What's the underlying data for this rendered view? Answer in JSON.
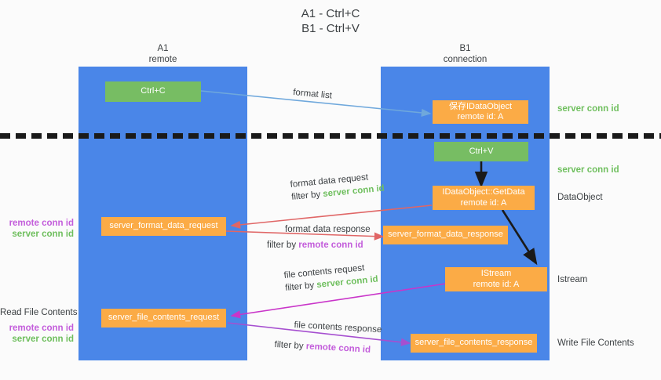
{
  "title": {
    "line1": "A1 - Ctrl+C",
    "line2": "B1 - Ctrl+V"
  },
  "lanes": [
    {
      "name": "A1",
      "sub": "remote",
      "color": "#4a86e8"
    },
    {
      "name": "B1",
      "sub": "connection",
      "color": "#4a86e8"
    }
  ],
  "colors": {
    "lane": "#4a86e8",
    "green_box": "#77bd63",
    "orange_box": "#fbab46",
    "server_conn_id": "#6fbf5e",
    "remote_conn_id": "#c35ddb",
    "arrow_blue": "#6fa8dc",
    "arrow_red": "#e06666",
    "arrow_magenta": "#c935c9",
    "arrow_purple": "#a64fd0",
    "arrow_black": "#1a1a1a",
    "divider": "#1a1a1a"
  },
  "boxes": {
    "ctrl_c": {
      "line1": "Ctrl+C",
      "line2": ""
    },
    "save_idataobject": {
      "line1": "保存IDataObject",
      "line2": "remote id: A"
    },
    "ctrl_v": {
      "line1": "Ctrl+V",
      "line2": ""
    },
    "getdata": {
      "line1": "IDataObject::GetData",
      "line2": "remote id: A"
    },
    "server_format_data_request": {
      "line1": "server_format_data_request",
      "line2": ""
    },
    "server_format_data_response": {
      "line1": "server_format_data_response",
      "line2": ""
    },
    "istream": {
      "line1": "IStream",
      "line2": "remote id: A"
    },
    "server_file_contents_request": {
      "line1": "server_file_contents_request",
      "line2": ""
    },
    "server_file_contents_response": {
      "line1": "server_file_contents_response",
      "line2": ""
    }
  },
  "right_labels": {
    "server_conn_id_top": "server conn id",
    "server_conn_id_mid": "server conn id",
    "dataobject": "DataObject",
    "istream": "Istream",
    "write_file_contents": "Write File Contents"
  },
  "left_labels": {
    "remote_conn_id_1": "remote conn id",
    "server_conn_id_1": "server conn id",
    "read_file_contents": "Read File Contents",
    "remote_conn_id_2": "remote conn id",
    "server_conn_id_2": "server conn id"
  },
  "edges": {
    "format_list": "format list",
    "format_data_request": "format data request",
    "format_data_request_filter_prefix": "filter by ",
    "format_data_request_filter_value": "server conn id",
    "format_data_response": "format data response",
    "format_data_response_filter_prefix": "filter by ",
    "format_data_response_filter_value": "remote conn id",
    "file_contents_request": "file contents request",
    "file_contents_request_filter_prefix": "filter by ",
    "file_contents_request_filter_value": "server conn id",
    "file_contents_response": "file contents response",
    "file_contents_response_filter_prefix": "filter by ",
    "file_contents_response_filter_value": "remote conn id"
  }
}
